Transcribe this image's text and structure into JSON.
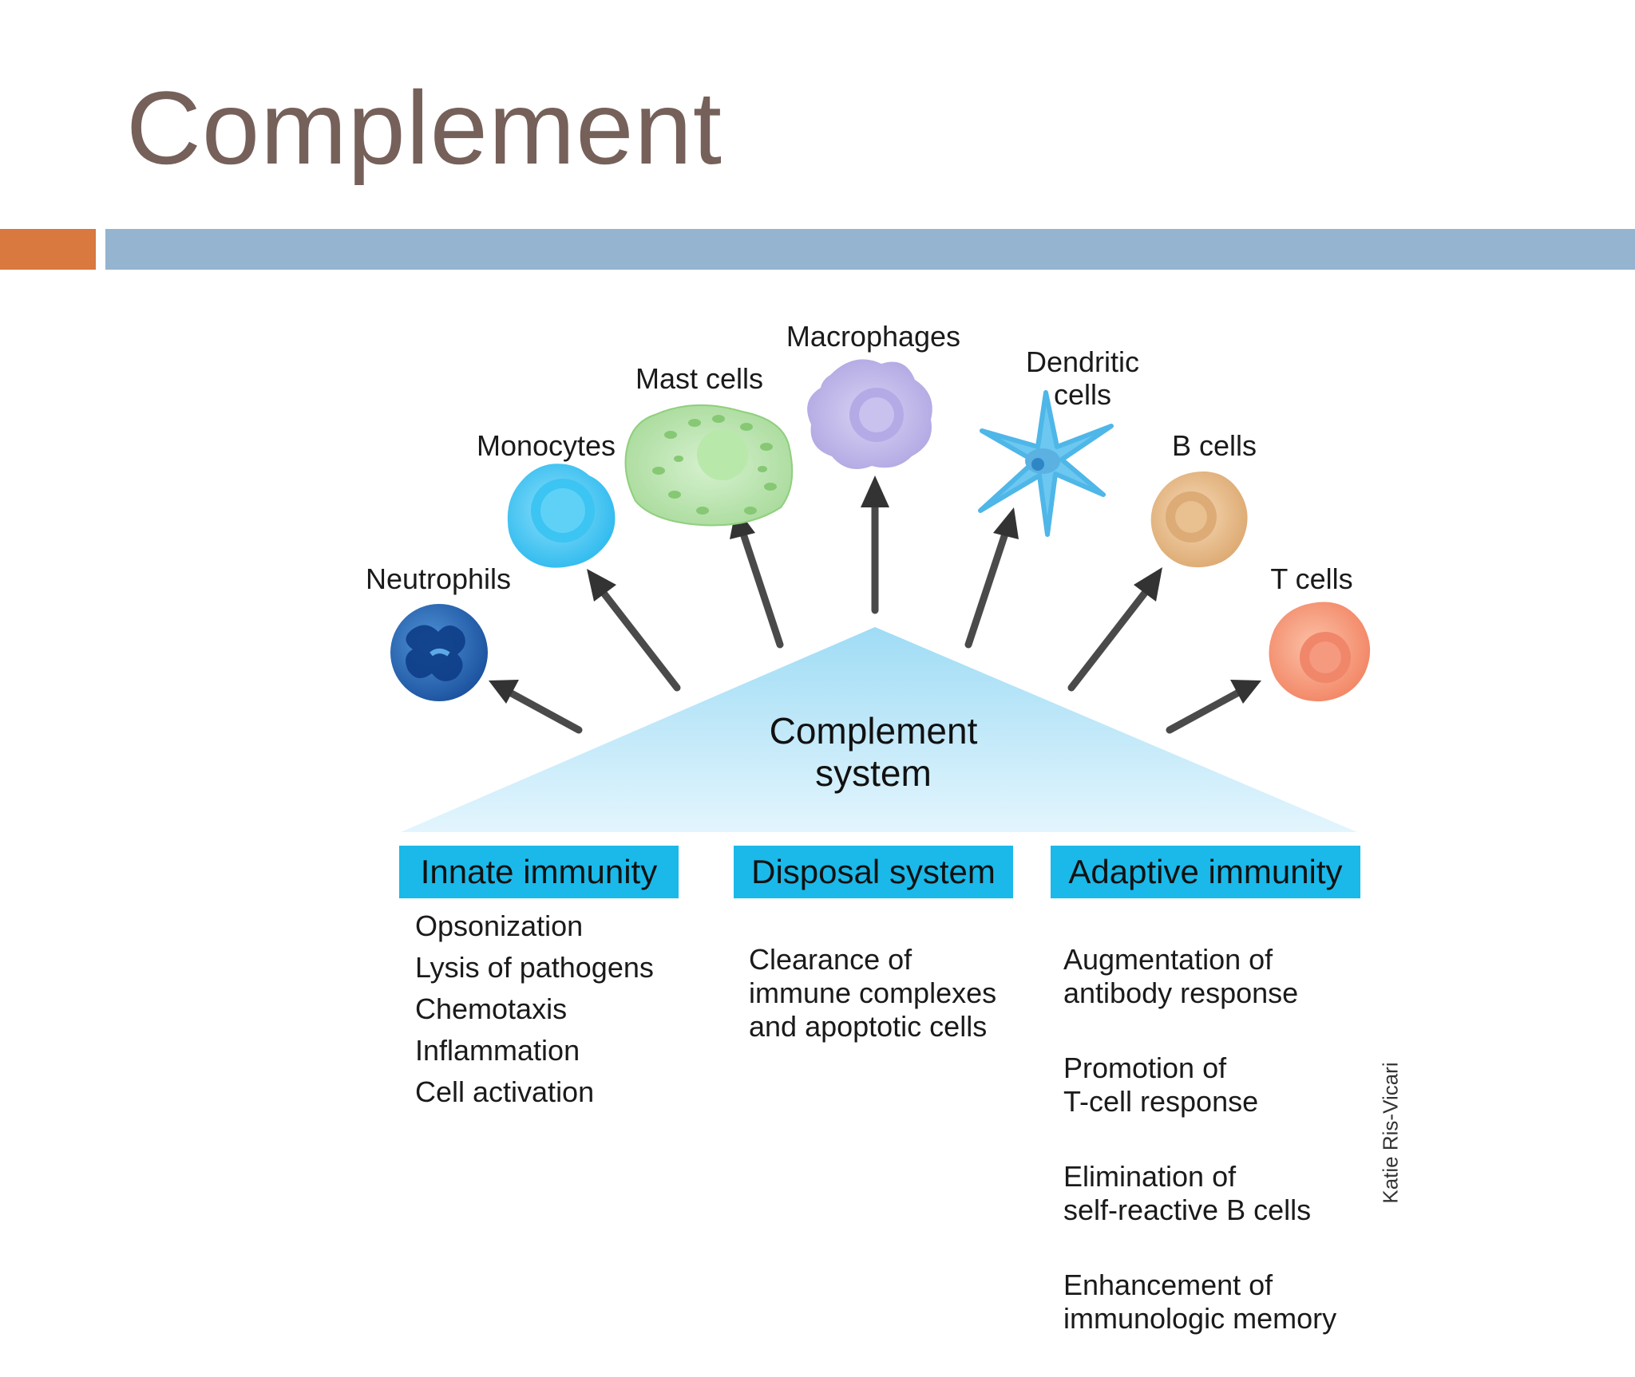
{
  "slide": {
    "title": "Complement",
    "colors": {
      "title": "#76605a",
      "accent_orange": "#d9783f",
      "accent_blue": "#94b4cf"
    }
  },
  "diagram": {
    "center_label_line1": "Complement",
    "center_label_line2": "system",
    "cells": {
      "neutrophils": "Neutrophils",
      "monocytes": "Monocytes",
      "mast_cells": "Mast cells",
      "macrophages": "Macrophages",
      "dendritic_line1": "Dendritic",
      "dendritic_line2": "cells",
      "b_cells": "B cells",
      "t_cells": "T cells"
    },
    "categories": [
      {
        "title": "Innate immunity",
        "items": [
          "Opsonization",
          "Lysis of pathogens",
          "Chemotaxis",
          "Inflammation",
          "Cell activation"
        ]
      },
      {
        "title": "Disposal system",
        "items": [
          "Clearance of\nimmune complexes\nand apoptotic cells"
        ]
      },
      {
        "title": "Adaptive immunity",
        "items": [
          "Augmentation of\nantibody response",
          "Promotion of\nT-cell response",
          "Elimination of\nself-reactive B cells",
          "Enhancement of\nimmunologic memory"
        ]
      }
    ],
    "credit": "Katie Ris-Vicari"
  }
}
